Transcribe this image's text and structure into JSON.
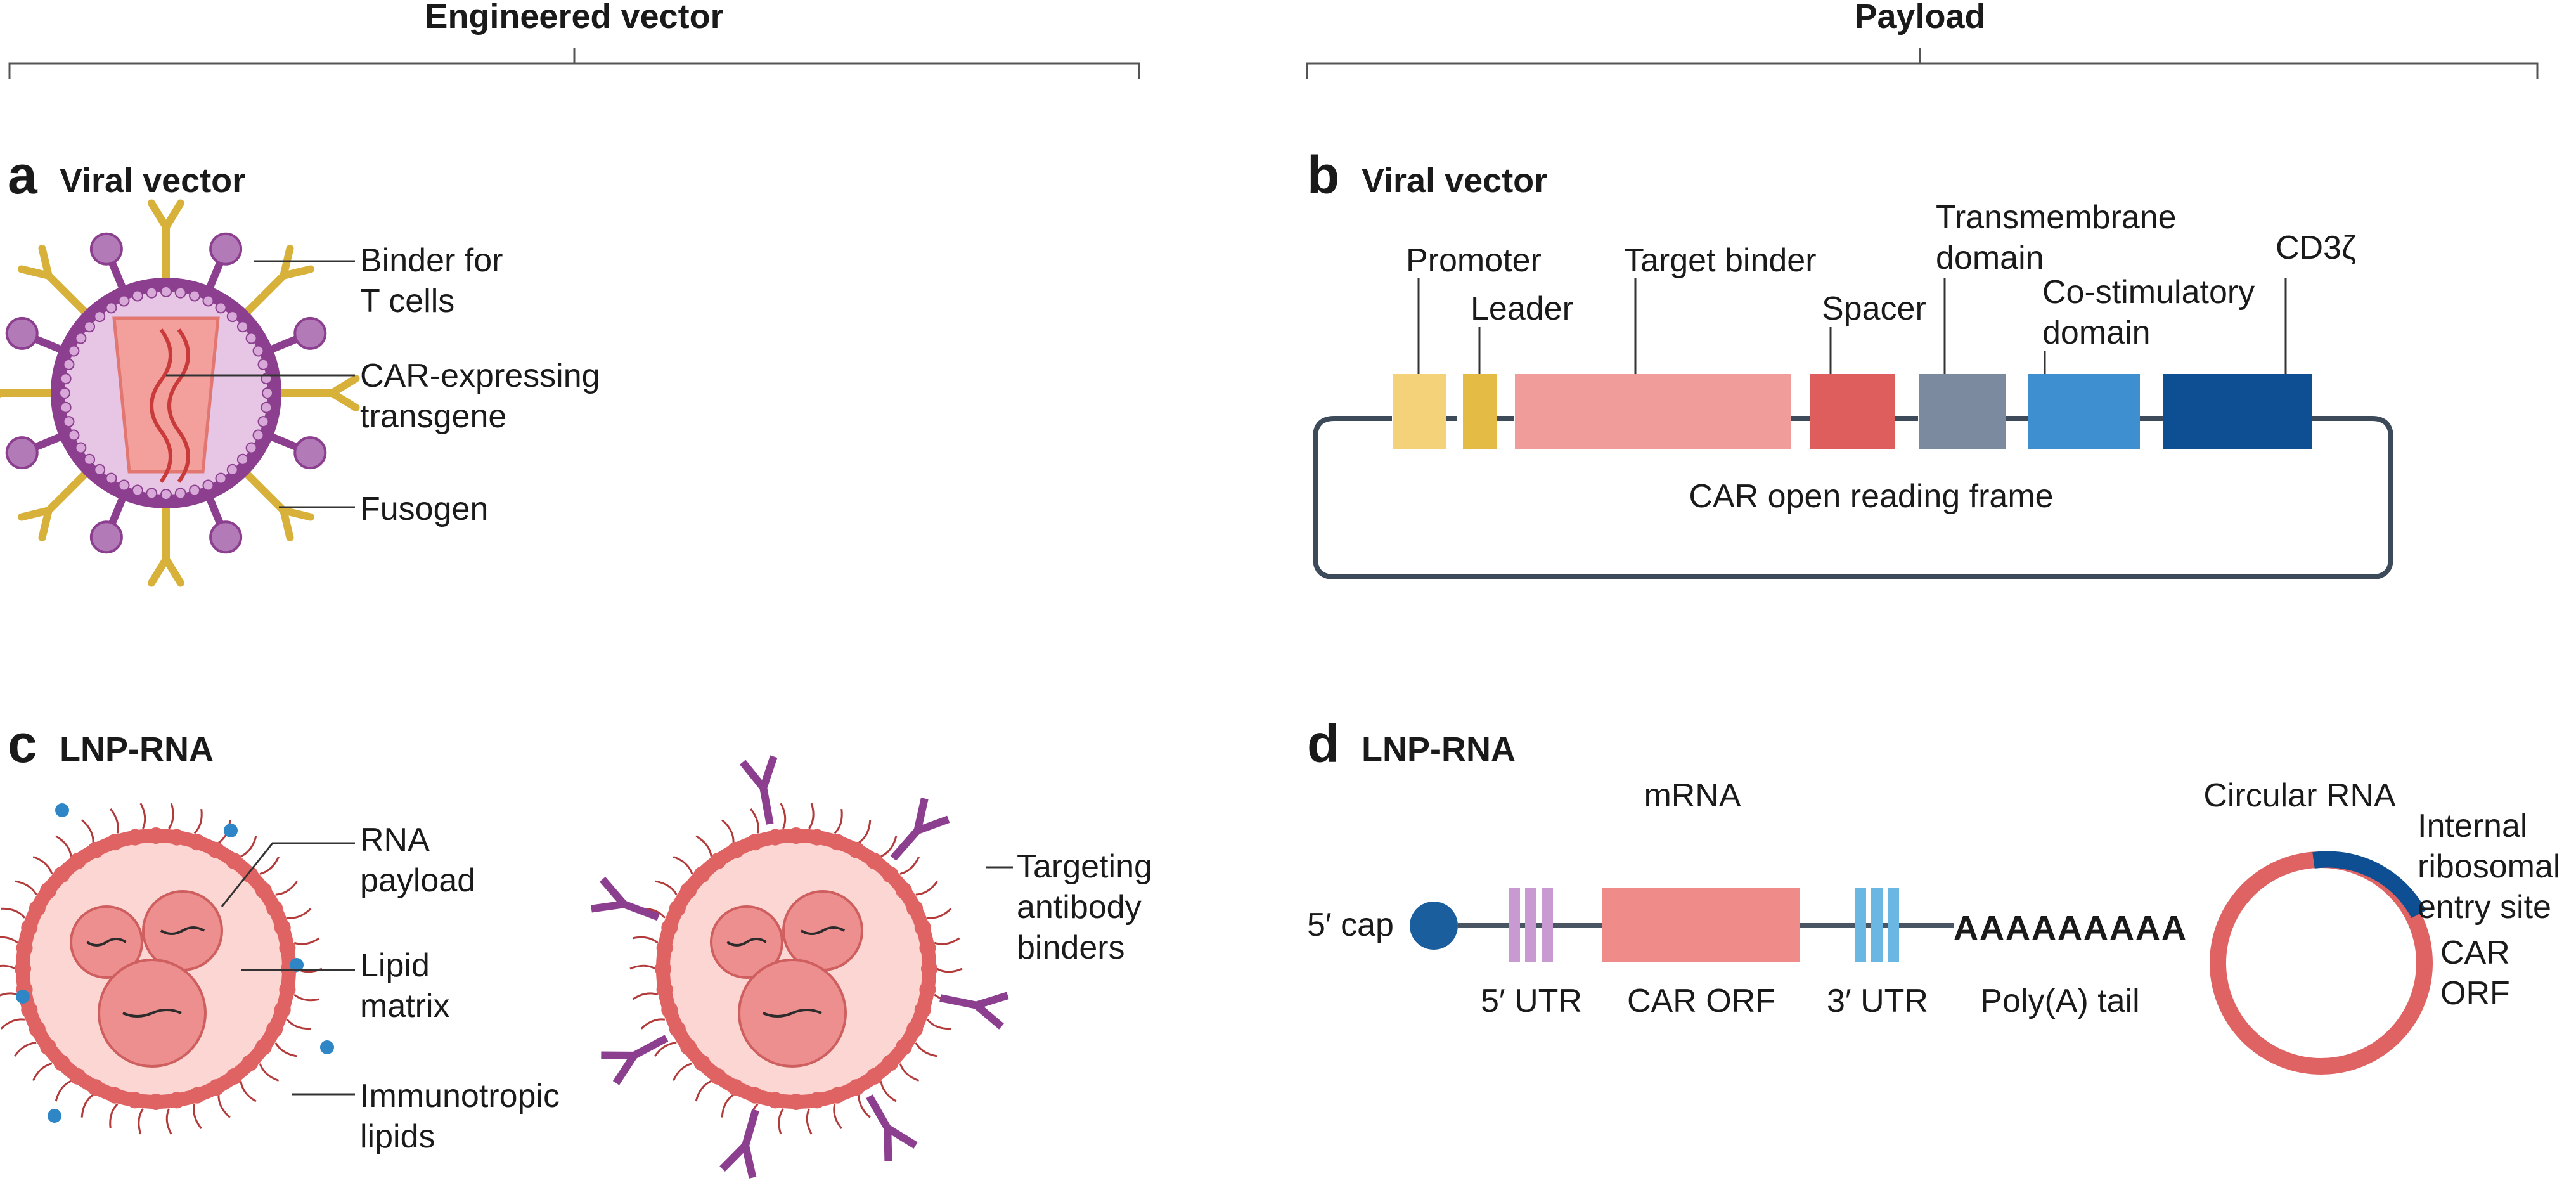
{
  "headers": {
    "left": "Engineered vector",
    "right": "Payload"
  },
  "panel_a": {
    "letter": "a",
    "title": "Viral vector",
    "labels": {
      "binder_l1": "Binder for",
      "binder_l2": "T cells",
      "car_l1": "CAR-expressing",
      "car_l2": "transgene",
      "fusogen": "Fusogen"
    },
    "colors": {
      "envelope": "#8c3f8f",
      "inner": "#e6c6e4",
      "capsid": "#f3a09c",
      "rna": "#c93a3a",
      "binder": "#d8b13a",
      "fusogen": "#b27bb8"
    }
  },
  "panel_b": {
    "letter": "b",
    "title": "Viral vector",
    "labels": {
      "promoter": "Promoter",
      "leader": "Leader",
      "target_binder": "Target binder",
      "spacer": "Spacer",
      "tm_l1": "Transmembrane",
      "tm_l2": "domain",
      "costim_l1": "Co-stimulatory",
      "costim_l2": "domain",
      "cd3z": "CD3ζ",
      "orf": "CAR open reading frame"
    },
    "colors": {
      "promoter": "#f3d27a",
      "leader": "#e4bb45",
      "target_binder": "#ef9c9a",
      "spacer": "#de5e5e",
      "tm": "#7b8a9e",
      "costim": "#3d8fcf",
      "cd3z": "#0e4f93",
      "backbone": "#3c4a5a"
    }
  },
  "panel_c": {
    "letter": "c",
    "title": "LNP-RNA",
    "labels": {
      "rna_l1": "RNA",
      "rna_l2": "payload",
      "lipid_l1": "Lipid",
      "lipid_l2": "matrix",
      "immuno_l1": "Immunotropic",
      "immuno_l2": "lipids",
      "target_l1": "Targeting",
      "target_l2": "antibody",
      "target_l3": "binders"
    },
    "colors": {
      "shell": "#e06363",
      "core": "#fbd6d2",
      "vesicle": "#ec8f8e",
      "antibody": "#8c3f8f",
      "immuno_dot": "#2f86c6"
    }
  },
  "panel_d": {
    "letter": "d",
    "title": "LNP-RNA",
    "labels": {
      "mrna": "mRNA",
      "cap": "5′ cap",
      "utr5": "5′ UTR",
      "orf": "CAR ORF",
      "utr3": "3′ UTR",
      "polya": "Poly(A) tail",
      "polya_seq": "AAAAAAAAA",
      "circ": "Circular RNA",
      "ires_l1": "Internal",
      "ires_l2": "ribosomal",
      "ires_l3": "entry site",
      "car_l1": "CAR",
      "car_l2": "ORF"
    },
    "colors": {
      "cap": "#1b5e9e",
      "utr5": "#c99ad1",
      "orf": "#ef8b88",
      "utr3": "#6ab7e4",
      "line": "#4a5563",
      "circ_orf": "#e06363",
      "ires": "#0e4f93"
    }
  }
}
